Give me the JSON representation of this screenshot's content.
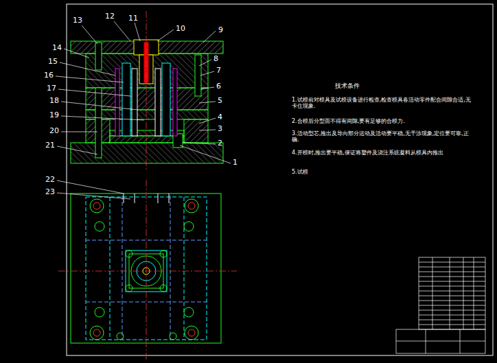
{
  "diagram": {
    "labels": [
      "13",
      "12",
      "11",
      "10",
      "9",
      "14",
      "8",
      "7",
      "15",
      "6",
      "16",
      "17",
      "5",
      "18",
      "4",
      "19",
      "3",
      "20",
      "2",
      "21",
      "1",
      "22",
      "23",
      "技术条件",
      "1.试模前对模具及试模设备进行检查,检查模具各活动零件配合间隙合适,无卡住现象.",
      "2.合模后分型面不得有间隙,要有足够的合模力.",
      "3.活动型芯,推出及导向部分运动及活动要平稳,无干涉现象,定位要可靠,正确.",
      "4.开模时,推出要平稳,保证将塑件及浇注系统凝料从模具内推出",
      "5.试模"
    ]
  }
}
